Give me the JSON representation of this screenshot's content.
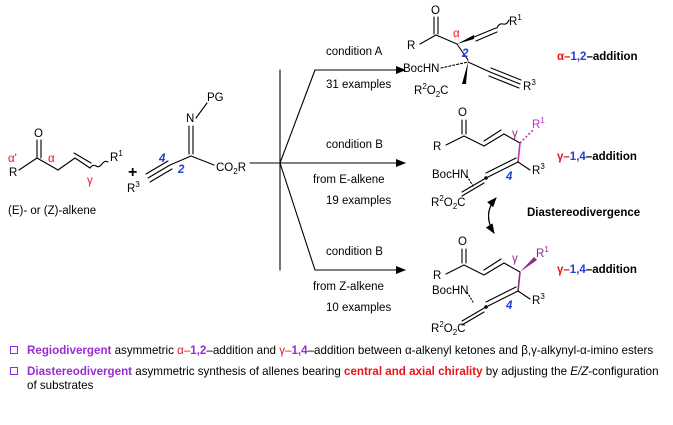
{
  "substrate1": {
    "alpha_prime": "α'",
    "alpha": "α",
    "gamma": "γ",
    "o": "O",
    "r": "R",
    "r1": "R",
    "r1_sup": "1",
    "caption": "(E)- or (Z)-alkene"
  },
  "plus": "+",
  "substrate2": {
    "n": "N",
    "pg": "PG",
    "num4": "4",
    "num2": "2",
    "co2r": "CO",
    "co2r_sub": "2",
    "co2r_tail": "R",
    "r3": "R",
    "r3_sup": "3"
  },
  "conditions": {
    "a": {
      "label": "condition A",
      "examples": "31 examples"
    },
    "b1": {
      "label": "condition B",
      "from": "from E-alkene",
      "examples": "19 examples"
    },
    "b2": {
      "label": "condition B",
      "from": "from Z-alkene",
      "examples": "10 examples"
    }
  },
  "products": {
    "p1": {
      "o": "O",
      "r": "R",
      "alpha": "α",
      "r1": "R",
      "r1_sup": "1",
      "num2": "2",
      "bochn": "BocHN",
      "r2o2c": "R",
      "r2_sup": "2",
      "o2c": "O",
      "o2c_sub": "2",
      "o2c_c": "C",
      "r3": "R",
      "r3_sup": "3",
      "tag_prefix": "α–",
      "tag_mid": "1,2",
      "tag_suffix": "–addition"
    },
    "p2": {
      "o": "O",
      "r": "R",
      "gamma": "γ",
      "r1": "R",
      "r1_sup": "1",
      "num4": "4",
      "bochn": "BocHN",
      "r3": "R",
      "r3_sup": "3",
      "r2o2c": "R",
      "r2_sup": "2",
      "o2c": "O",
      "o2c_sub": "2",
      "o2c_c": "C",
      "tag_prefix": "γ–",
      "tag_mid": "1,4",
      "tag_suffix": "–addition"
    },
    "p3": {
      "o": "O",
      "r": "R",
      "gamma": "γ",
      "r1": "R",
      "r1_sup": "1",
      "num4": "4",
      "bochn": "BocHN",
      "r3": "R",
      "r3_sup": "3",
      "r2o2c": "R",
      "r2_sup": "2",
      "o2c": "O",
      "o2c_sub": "2",
      "o2c_c": "C",
      "tag_prefix": "γ–",
      "tag_mid": "1,4",
      "tag_suffix": "–addition"
    }
  },
  "diastereodivergence": "Diastereodivergence",
  "bullets": {
    "b1": {
      "lead": "Regiodivergent",
      "t1": " asymmetric ",
      "a12_prefix": "α–",
      "a12_mid": "1,2",
      "t2": "–addition and ",
      "g14_prefix": "γ–",
      "g14_mid": "1,4",
      "t3": "–addition between α-alkenyl ketones and β,γ-alkynyl-α-imino esters"
    },
    "b2": {
      "lead": "Diastereodivergent",
      "t1": " asymmetric synthesis of allenes bearing ",
      "hl": "central and axial chirality",
      "t2": " by adjusting the ",
      "ez": "E/Z",
      "t3": "-configuration of substrates"
    }
  },
  "colors": {
    "red": "#e8141a",
    "blue": "#1f3fd6",
    "purple": "#a21fd0",
    "magenta": "#c92ac9"
  }
}
